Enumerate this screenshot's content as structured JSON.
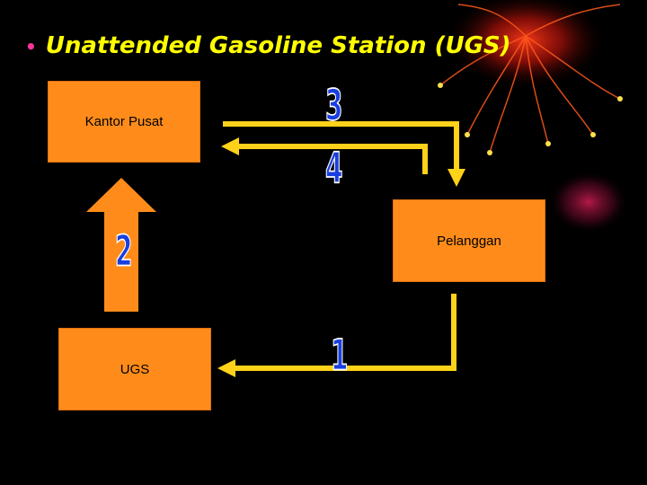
{
  "title": {
    "bullet": "•",
    "text": "Unattended Gasoline Station (UGS)"
  },
  "nodes": {
    "kantor_pusat": "Kantor Pusat",
    "pelanggan": "Pelanggan",
    "ugs": "UGS"
  },
  "steps": {
    "s1": "1",
    "s2": "2",
    "s3": "3",
    "s4": "4"
  },
  "colors": {
    "box": "#FF8C1A",
    "arrow": "#FFD21A",
    "title": "#FFFF00",
    "numbers": "#1A3FE0",
    "background": "#000000"
  }
}
